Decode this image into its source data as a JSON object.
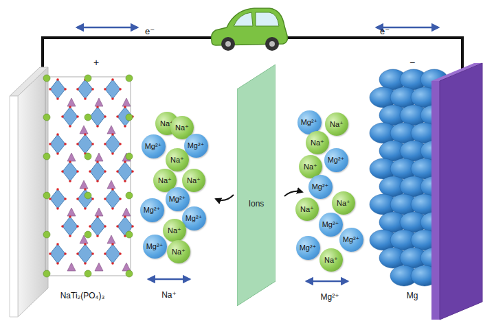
{
  "diagram": {
    "nodes": [
      {
        "text": [
          "Na⁺"
        ]
      },
      {
        "text": [
          "Na⁺"
        ]
      },
      {
        "text": [
          "Mg²⁺"
        ]
      },
      {
        "text": [
          "Mg²⁺"
        ]
      },
      {
        "text": [
          "Na⁺"
        ]
      },
      {
        "text": [
          "Na⁺"
        ]
      },
      {
        "text": [
          "Na⁺"
        ]
      },
      {
        "text": [
          "Mg²⁺"
        ]
      },
      {
        "text": [
          "Mg²⁺"
        ]
      },
      {
        "text": [
          "Mg²⁺"
        ]
      },
      {
        "text": [
          "Na⁺"
        ]
      },
      {
        "text": [
          "Mg²⁺"
        ]
      },
      {
        "text": [
          "Na⁺"
        ]
      },
      {
        "text": [
          "Ions"
        ]
      },
      {
        "text": [
          "Mg²⁺"
        ]
      },
      {
        "text": [
          "Na⁺"
        ]
      },
      {
        "text": [
          "Na⁺"
        ]
      },
      {
        "text": [
          "Mg²⁺"
        ]
      },
      {
        "text": [
          "Na⁺"
        ]
      },
      {
        "text": [
          "Mg²⁺"
        ]
      },
      {
        "text": [
          "Na⁺"
        ]
      },
      {
        "text": [
          "Na⁺"
        ]
      },
      {
        "text": [
          "Mg²⁺"
        ]
      },
      {
        "text": [
          "Mg²⁺"
        ]
      },
      {
        "text": [
          "Mg²⁺"
        ]
      },
      {
        "text": [
          "Na⁺"
        ]
      }
    ],
    "labels": [
      "e⁻",
      "e⁻",
      "+",
      "−",
      "NaTi₂(PO₄)₃",
      "Na⁺",
      "Mg²⁺",
      "Mg"
    ]
  }
}
